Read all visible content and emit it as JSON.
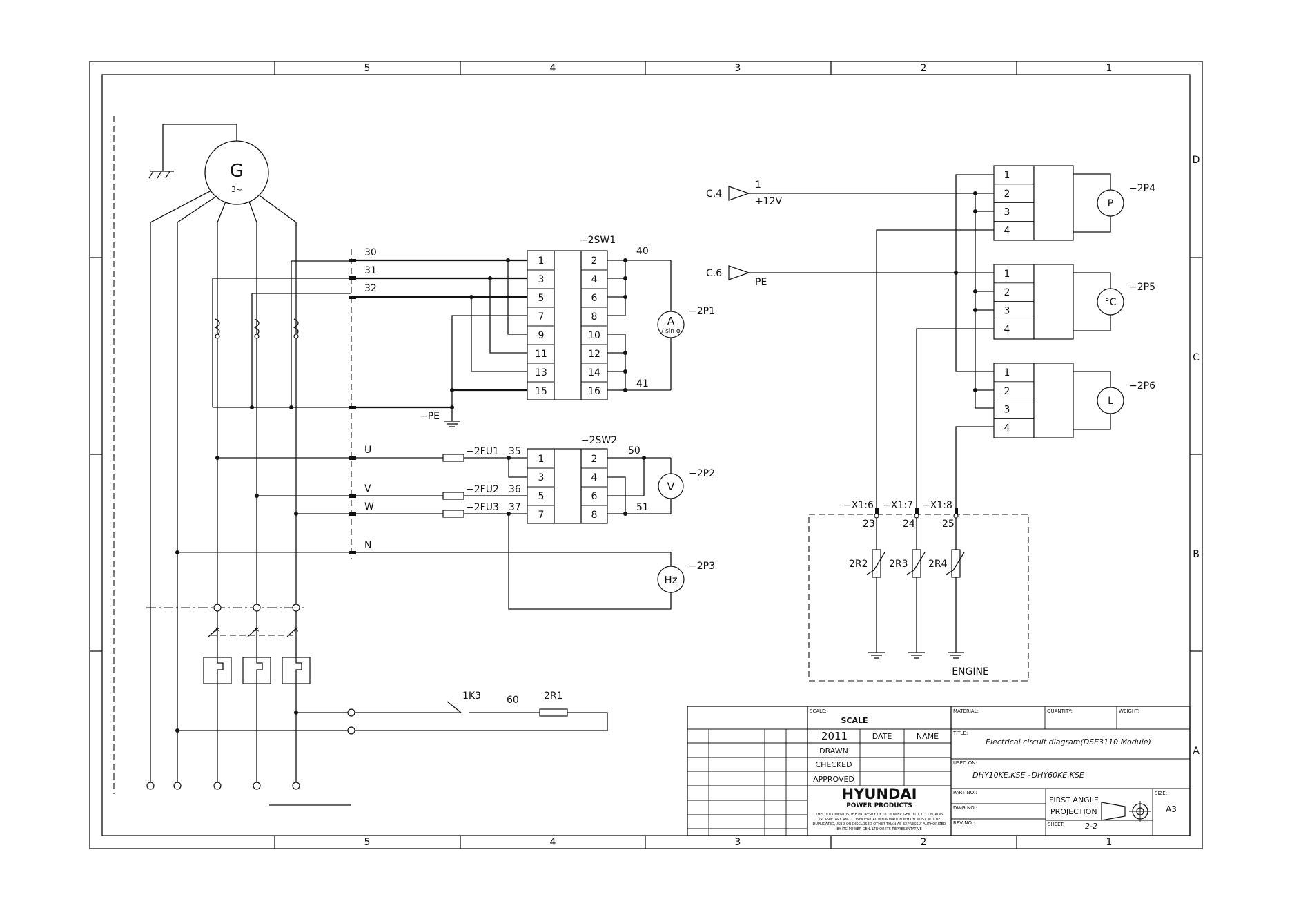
{
  "frame": {
    "columns": [
      "5",
      "4",
      "3",
      "2",
      "1"
    ],
    "rows": [
      "D",
      "C",
      "B",
      "A"
    ]
  },
  "generator": {
    "symbol": "G",
    "phase": "3~"
  },
  "ct_block": {
    "wires": [
      "30",
      "31",
      "32"
    ],
    "pe": "−PE"
  },
  "switch1": {
    "ref": "−2SW1",
    "left_terminals": [
      "1",
      "3",
      "5",
      "7",
      "9",
      "11",
      "13",
      "15"
    ],
    "right_terminals": [
      "2",
      "4",
      "6",
      "8",
      "10",
      "12",
      "14",
      "16"
    ],
    "out_top": "40",
    "out_bottom": "41"
  },
  "meters": {
    "ammeter": {
      "symbol": "A",
      "sub": "/ sin φ",
      "ref": "−2P1"
    },
    "voltmeter": {
      "symbol": "V",
      "ref": "−2P2"
    },
    "freq": {
      "symbol": "Hz",
      "ref": "−2P3"
    },
    "pressure": {
      "symbol": "P",
      "ref": "−2P4"
    },
    "temp": {
      "symbol": "°C",
      "ref": "−2P5"
    },
    "level": {
      "symbol": "L",
      "ref": "−2P6"
    }
  },
  "phases": {
    "u": "U",
    "v": "V",
    "w": "W",
    "n": "N"
  },
  "fuses": [
    {
      "ref": "−2FU1",
      "wire": "35"
    },
    {
      "ref": "−2FU2",
      "wire": "36"
    },
    {
      "ref": "−2FU3",
      "wire": "37"
    }
  ],
  "switch2": {
    "ref": "−2SW2",
    "left_terminals": [
      "1",
      "3",
      "5",
      "7"
    ],
    "right_terminals": [
      "2",
      "4",
      "6",
      "8"
    ],
    "out_top": "50",
    "out_bottom": "51"
  },
  "supply": {
    "c4": "C.4",
    "c4_wire": "1",
    "c4_label": "+12V",
    "c6": "C.6",
    "c6_label": "PE"
  },
  "gauge_terminals": [
    "1",
    "2",
    "3",
    "4"
  ],
  "engine": {
    "label": "ENGINE",
    "connectors": [
      "−X1:6",
      "−X1:7",
      "−X1:8"
    ],
    "wires": [
      "23",
      "24",
      "25"
    ],
    "sensors": [
      "2R2",
      "2R3",
      "2R4"
    ]
  },
  "bottom_circuit": {
    "contact": "1K3",
    "wire": "60",
    "resistor": "2R1"
  },
  "title_block": {
    "scale_label": "SCALE:",
    "scale_value": "SCALE",
    "year": "2011",
    "date_label": "DATE",
    "name_label": "NAME",
    "drawn": "DRAWN",
    "checked": "CHECKED",
    "approved": "APPROVED",
    "company": "HYUNDAI",
    "company_sub": "POWER PRODUCTS",
    "notice": [
      "THIS DOCUMENT IS THE PROPERTY OF ITC POWER GEN. LTD. IT CONTAINS",
      "PROPRIETARY AND CONFIDENTIAL INFORMATION WHICH MUST NOT BE",
      "DUPLICATED,USED OR DISCLOSED OTHER THAN AS EXPRESSLY AUTHORIZED",
      "BY ITC POWER GEN. LTD OR ITS REPRESENTATIVE"
    ],
    "material_label": "MATERIAL:",
    "quantity_label": "QUANTITY:",
    "weight_label": "WEIGHT:",
    "title_label": "TITLE:",
    "title_value": "Electrical circuit diagram(DSE3110 Module)",
    "used_on_label": "USED ON:",
    "used_on_value": "DHY10KE,KSE~DHY60KE,KSE",
    "part_no_label": "PART NO.:",
    "dwg_no_label": "DWG NO.:",
    "rev_no_label": "REV NO.:",
    "projection_1": "FIRST ANGLE",
    "projection_2": "PROJECTION",
    "size_label": "SIZE:",
    "size_value": "A3",
    "sheet_label": "SHEET:",
    "sheet_value": "2-2"
  }
}
